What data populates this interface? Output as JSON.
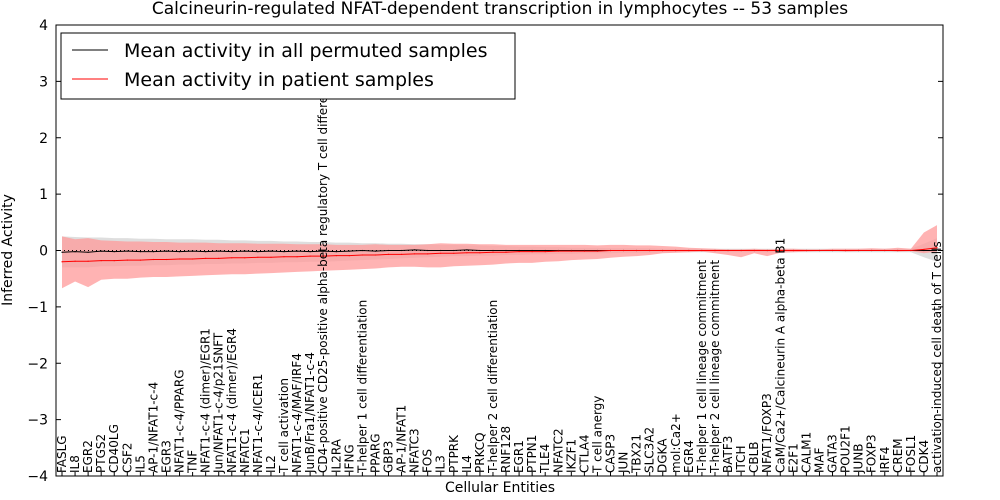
{
  "chart_data": {
    "type": "line",
    "title": "Calcineurin-regulated NFAT-dependent transcription in lymphocytes -- 53 samples",
    "xlabel": "Cellular Entities",
    "ylabel": "Inferred Activity",
    "ylim": [
      -4,
      4
    ],
    "yticks": [
      "4",
      "3",
      "2",
      "1",
      "0",
      "−1",
      "−2",
      "−3",
      "−4"
    ],
    "grid": false,
    "legend_position": "top-left",
    "categories": [
      "FASLG",
      "IL8",
      "EGR2",
      "PTGS2",
      "CD40LG",
      "CSF2",
      "IL5",
      "AP-1/NFAT1-c-4",
      "EGR3",
      "NFAT1-c-4/PPARG",
      "TNF",
      "NFAT1-c-4 (dimer)/EGR1",
      "Jun/NFAT1-c-4/p21SNFT",
      "NFAT1-c-4 (dimer)/EGR4",
      "NFATC1",
      "NFAT1-c-4/ICER1",
      "IL2",
      "T cell activation",
      "NFAT1-c-4/MAF/IRF4",
      "JunB/Fra1/NFAT1-c-4",
      "CD4-positive CD25-positive alpha-beta regulatory T cell differentiation",
      "IL2RA",
      "IFNG",
      "T-helper 1 cell differentiation",
      "PPARG",
      "GBP3",
      "AP-1/NFAT1",
      "NFATC3",
      "FOS",
      "IL3",
      "PTPRK",
      "IL4",
      "PRKCQ",
      "T-helper 2 cell differentiation",
      "RNF128",
      "EGR1",
      "PTPN1",
      "TLE4",
      "NFATC2",
      "IKZF1",
      "CTLA4",
      "T cell anergy",
      "CASP3",
      "JUN",
      "TBX21",
      "SLC3A2",
      "DGKA",
      "mol:Ca2+",
      "EGR4",
      "T-helper 1 cell lineage commitment",
      "T-helper 2 cell lineage commitment",
      "BATF3",
      "ITCH",
      "CBLB",
      "NFAT1/FOXP3",
      "CaM/Ca2+/Calcineurin A alpha-beta B1",
      "E2F1",
      "CALM1",
      "MAF",
      "GATA3",
      "POU2F1",
      "JUNB",
      "FOXP3",
      "IRF4",
      "CREM",
      "FOSL1",
      "CDK4",
      "activation-induced cell death of T cells"
    ],
    "series": [
      {
        "name": "Mean activity in all permuted samples",
        "color": "#000000",
        "band_color": "#c8c8c8",
        "values": [
          -0.03,
          -0.02,
          -0.03,
          -0.01,
          -0.02,
          -0.01,
          -0.02,
          -0.02,
          -0.01,
          -0.02,
          -0.01,
          -0.02,
          -0.01,
          -0.02,
          -0.01,
          -0.02,
          -0.01,
          -0.02,
          -0.01,
          -0.02,
          -0.01,
          -0.02,
          -0.01,
          0.0,
          -0.01,
          0.0,
          0.0,
          0.01,
          0.0,
          0.0,
          0.0,
          0.01,
          0.0,
          0.0,
          0.0,
          0.0,
          0.0,
          0.0,
          0.0,
          0.0,
          0.0,
          0.0,
          0.0,
          0.0,
          0.0,
          0.0,
          0.0,
          0.0,
          0.0,
          0.0,
          0.0,
          0.0,
          0.0,
          0.0,
          0.0,
          0.0,
          0.0,
          0.0,
          0.0,
          0.0,
          0.0,
          0.0,
          0.0,
          0.0,
          0.0,
          0.0,
          0.0,
          0.0
        ],
        "lower": [
          -0.3,
          -0.3,
          -0.3,
          -0.28,
          -0.28,
          -0.27,
          -0.27,
          -0.26,
          -0.26,
          -0.25,
          -0.25,
          -0.24,
          -0.24,
          -0.23,
          -0.23,
          -0.22,
          -0.22,
          -0.21,
          -0.21,
          -0.2,
          -0.2,
          -0.19,
          -0.18,
          -0.17,
          -0.16,
          -0.15,
          -0.14,
          -0.13,
          -0.12,
          -0.11,
          -0.1,
          -0.1,
          -0.09,
          -0.09,
          -0.08,
          -0.08,
          -0.07,
          -0.07,
          -0.06,
          -0.06,
          -0.05,
          -0.05,
          -0.05,
          -0.04,
          -0.04,
          -0.04,
          -0.03,
          -0.03,
          -0.03,
          -0.03,
          -0.03,
          -0.03,
          -0.03,
          -0.03,
          -0.03,
          -0.03,
          -0.03,
          -0.03,
          -0.03,
          -0.03,
          -0.03,
          -0.03,
          -0.03,
          -0.03,
          -0.03,
          -0.03,
          -0.12,
          -0.2
        ],
        "upper": [
          0.25,
          0.24,
          0.23,
          0.23,
          0.22,
          0.22,
          0.21,
          0.21,
          0.2,
          0.2,
          0.2,
          0.19,
          0.19,
          0.18,
          0.18,
          0.17,
          0.17,
          0.16,
          0.16,
          0.15,
          0.15,
          0.14,
          0.14,
          0.13,
          0.13,
          0.12,
          0.12,
          0.11,
          0.11,
          0.1,
          0.1,
          0.09,
          0.09,
          0.08,
          0.08,
          0.07,
          0.07,
          0.06,
          0.06,
          0.05,
          0.05,
          0.05,
          0.04,
          0.04,
          0.04,
          0.04,
          0.03,
          0.03,
          0.03,
          0.03,
          0.03,
          0.03,
          0.03,
          0.03,
          0.03,
          0.03,
          0.03,
          0.03,
          0.03,
          0.03,
          0.03,
          0.03,
          0.03,
          0.03,
          0.03,
          0.03,
          0.12,
          0.22
        ]
      },
      {
        "name": "Mean activity in patient samples",
        "color": "#ff0000",
        "band_color": "#ff9a9a",
        "values": [
          -0.2,
          -0.19,
          -0.19,
          -0.18,
          -0.18,
          -0.17,
          -0.17,
          -0.16,
          -0.16,
          -0.15,
          -0.15,
          -0.14,
          -0.14,
          -0.13,
          -0.13,
          -0.12,
          -0.12,
          -0.11,
          -0.11,
          -0.1,
          -0.1,
          -0.09,
          -0.09,
          -0.08,
          -0.08,
          -0.07,
          -0.07,
          -0.06,
          -0.06,
          -0.05,
          -0.05,
          -0.04,
          -0.04,
          -0.03,
          -0.03,
          -0.02,
          -0.02,
          -0.02,
          -0.01,
          -0.01,
          -0.01,
          -0.01,
          0.0,
          0.0,
          0.0,
          0.0,
          0.0,
          0.0,
          0.0,
          0.0,
          0.0,
          0.0,
          0.0,
          0.0,
          0.0,
          0.0,
          0.0,
          0.0,
          0.0,
          0.0,
          0.0,
          0.0,
          0.0,
          0.0,
          0.0,
          0.0,
          0.02,
          0.05
        ],
        "lower": [
          -0.67,
          -0.55,
          -0.65,
          -0.52,
          -0.5,
          -0.5,
          -0.48,
          -0.47,
          -0.47,
          -0.46,
          -0.45,
          -0.44,
          -0.43,
          -0.42,
          -0.42,
          -0.41,
          -0.4,
          -0.39,
          -0.38,
          -0.37,
          -0.36,
          -0.35,
          -0.34,
          -0.33,
          -0.32,
          -0.3,
          -0.29,
          -0.29,
          -0.3,
          -0.3,
          -0.28,
          -0.27,
          -0.26,
          -0.25,
          -0.23,
          -0.22,
          -0.22,
          -0.2,
          -0.19,
          -0.17,
          -0.16,
          -0.15,
          -0.13,
          -0.11,
          -0.1,
          -0.08,
          -0.05,
          -0.04,
          -0.03,
          -0.02,
          -0.05,
          -0.08,
          -0.12,
          -0.05,
          -0.1,
          -0.04,
          -0.03,
          -0.02,
          -0.01,
          0.0,
          -0.02,
          -0.01,
          0.0,
          0.0,
          -0.02,
          -0.01,
          -0.05,
          -0.02
        ],
        "upper": [
          0.25,
          0.2,
          0.22,
          0.18,
          0.17,
          0.16,
          0.16,
          0.15,
          0.15,
          0.14,
          0.14,
          0.14,
          0.13,
          0.13,
          0.13,
          0.12,
          0.12,
          0.12,
          0.11,
          0.11,
          0.11,
          0.1,
          0.1,
          0.1,
          0.11,
          0.1,
          0.1,
          0.1,
          0.11,
          0.13,
          0.12,
          0.12,
          0.11,
          0.11,
          0.1,
          0.1,
          0.1,
          0.1,
          0.1,
          0.1,
          0.1,
          0.09,
          0.1,
          0.1,
          0.09,
          0.09,
          0.08,
          0.07,
          0.05,
          0.04,
          0.03,
          0.02,
          0.02,
          0.03,
          0.02,
          0.03,
          0.03,
          0.02,
          0.02,
          0.03,
          0.03,
          0.03,
          0.04,
          0.03,
          0.05,
          0.03,
          0.32,
          0.45
        ]
      }
    ]
  }
}
